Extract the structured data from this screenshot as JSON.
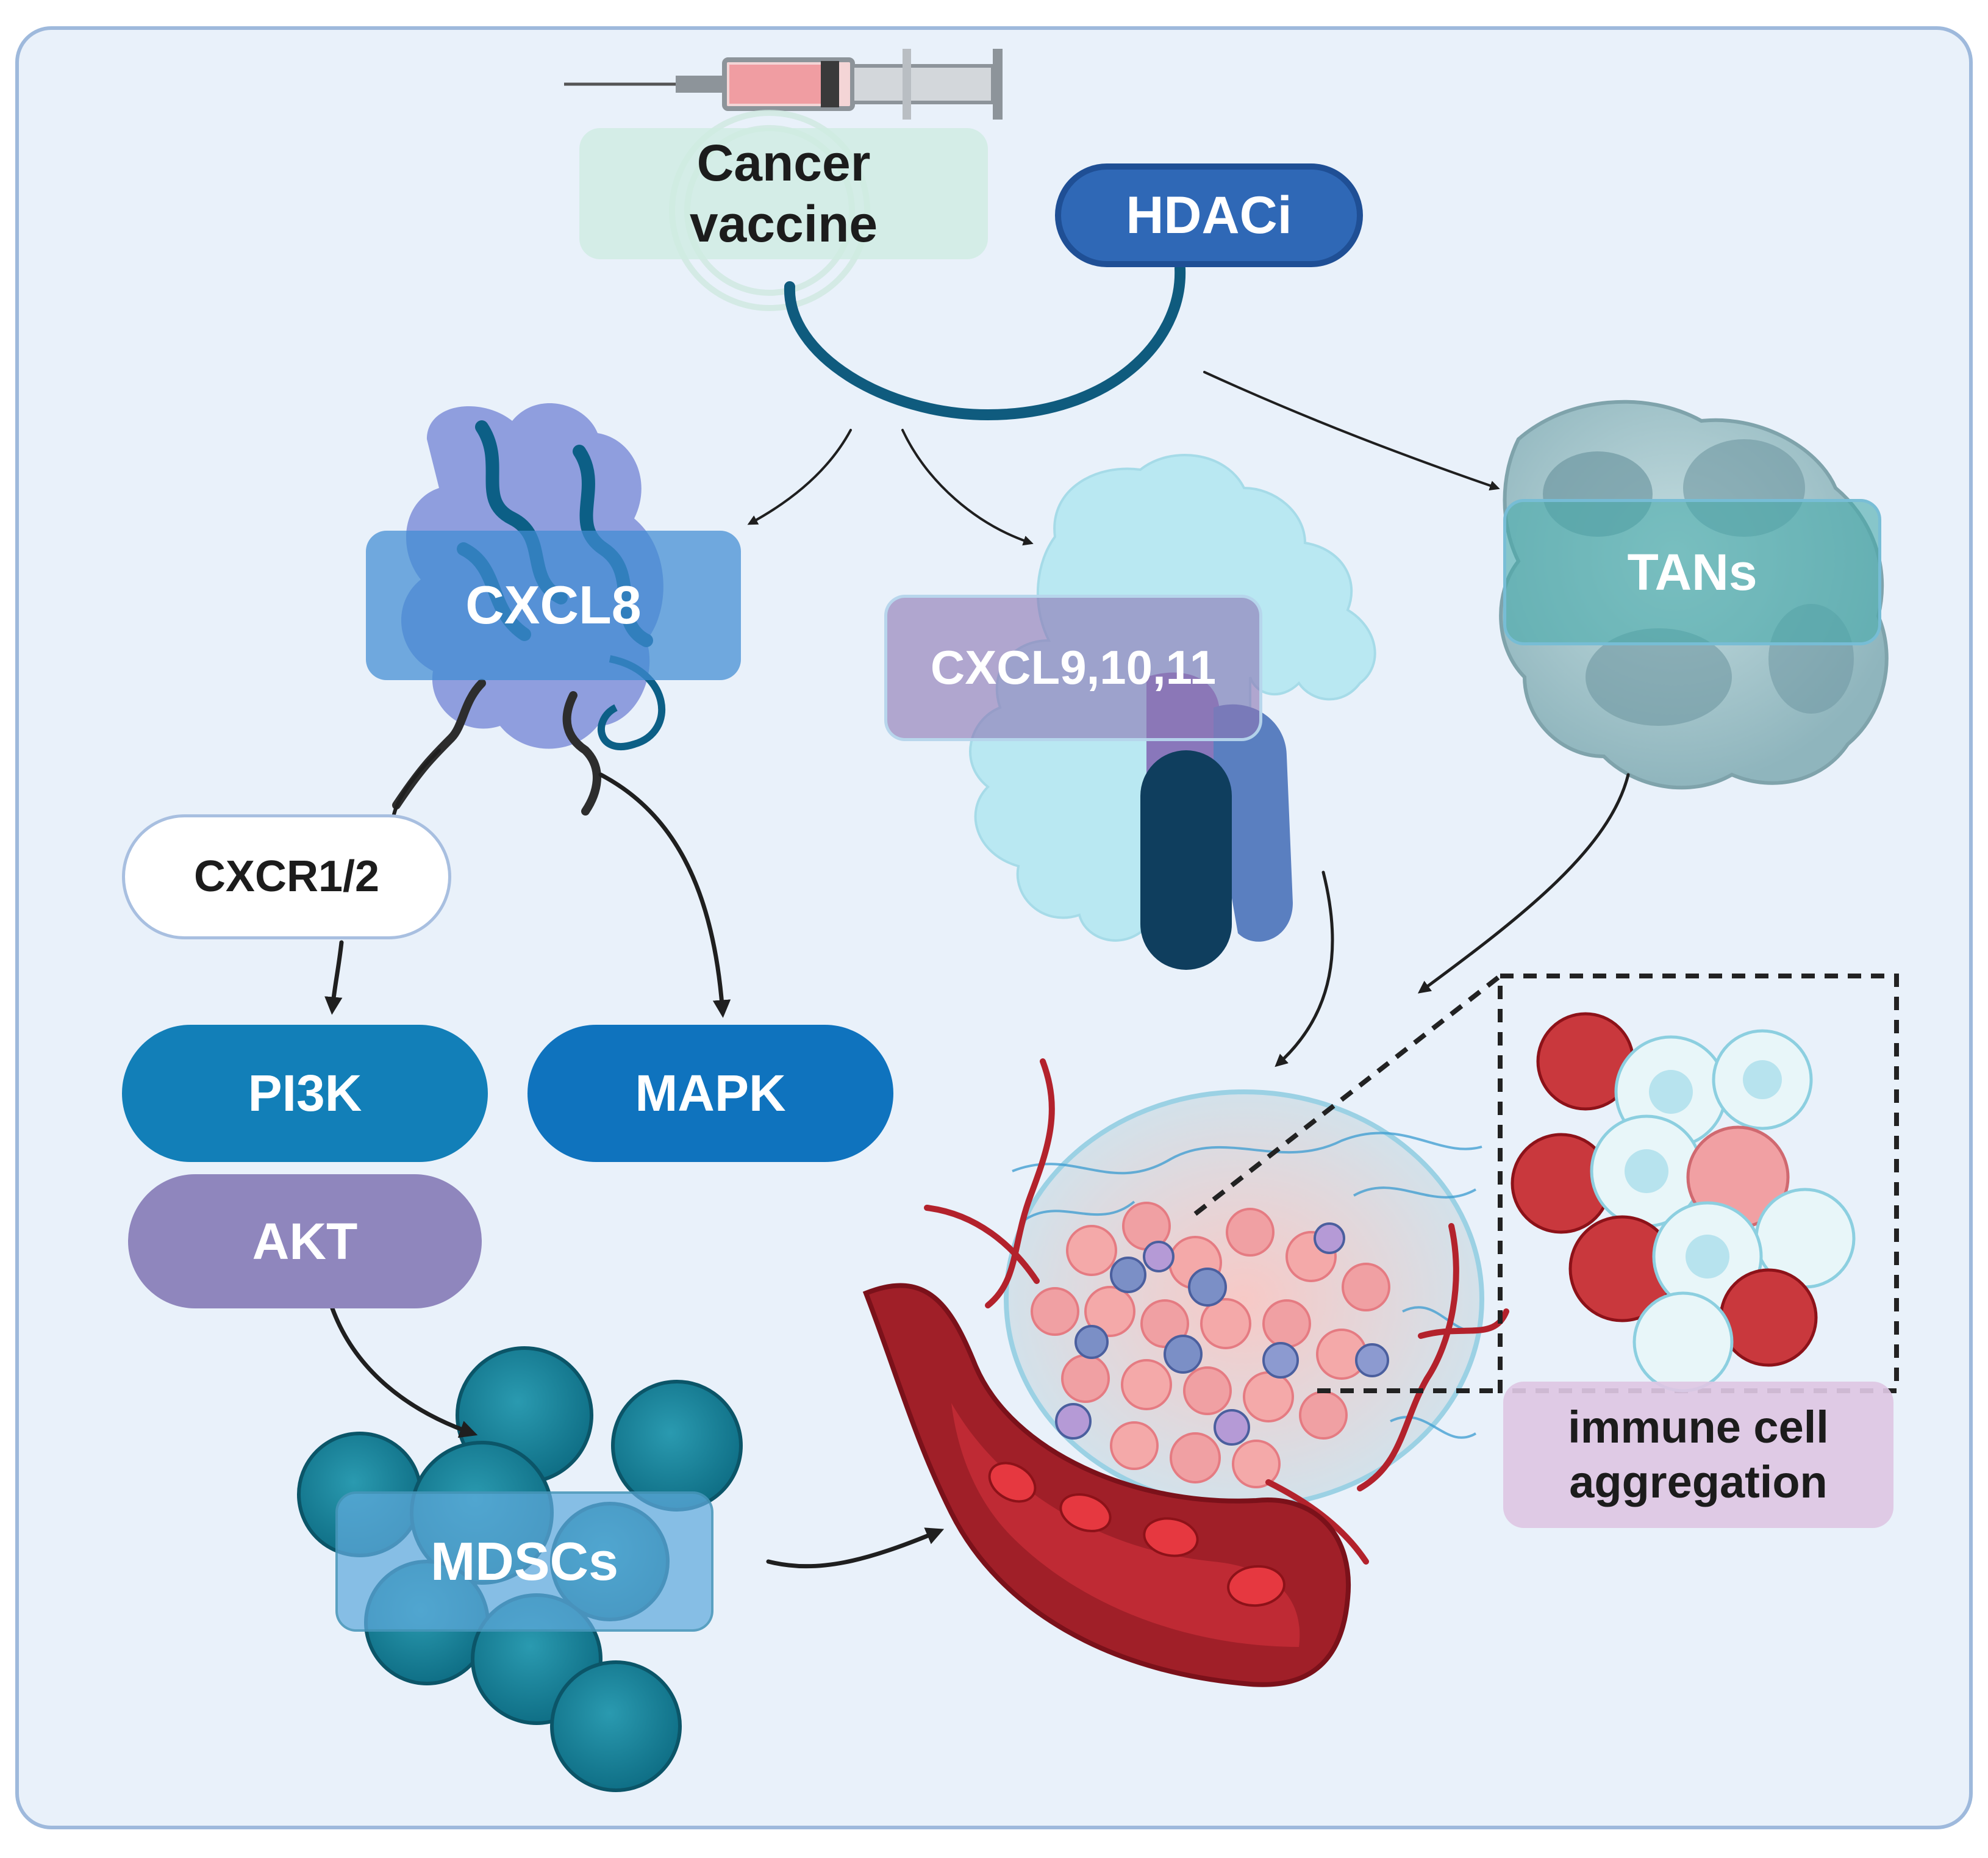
{
  "diagram": {
    "cancer_vaccine": "Cancer vaccine",
    "hdaci": "HDACi",
    "cxcl8": "CXCL8",
    "cxcl9_10_11": "CXCL9,10,11",
    "tans": "TANs",
    "cxcr1_2": "CXCR1/2",
    "pi3k": "PI3K",
    "mapk": "MAPK",
    "akt": "AKT",
    "mdscs": "MDSCs",
    "immune_cell_aggregation": "immune cell aggregation"
  },
  "colors": {
    "background": "#e9f1fa",
    "panel_border": "#9eb9dc",
    "connector": "#0f5b7e",
    "arrow": "#1f1f1f",
    "pi3k": "#127fb8",
    "mapk": "#0f73be",
    "akt": "#8f86bd",
    "hdaci": "#2f68b6",
    "vaccine_box": "#d6efe6",
    "immune_box": "#ddc7e3",
    "mdsc_cell": "#1a7f96",
    "tan_cell": "#9fc1c8",
    "tumor_cell": "#f0a0a3",
    "vessel": "#a01f28",
    "chemokine": "#b9e8f2"
  }
}
